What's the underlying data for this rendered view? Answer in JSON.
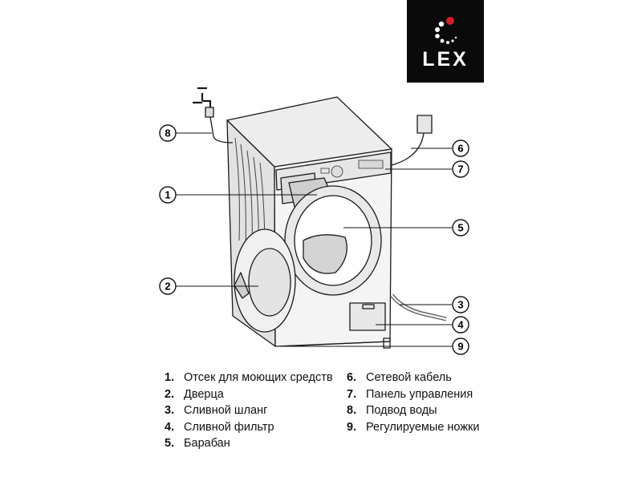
{
  "brand": {
    "logo_text": "LEX",
    "logo_bg": "#0a0a0a",
    "logo_fg": "#ffffff",
    "logo_dot": "#d0202a"
  },
  "callouts": [
    "1",
    "2",
    "3",
    "4",
    "5",
    "6",
    "7",
    "8",
    "9"
  ],
  "legend": [
    {
      "num": "1.",
      "label": "Отсек для моющих средств"
    },
    {
      "num": "2.",
      "label": "Дверца"
    },
    {
      "num": "3.",
      "label": "Сливной шланг"
    },
    {
      "num": "4.",
      "label": "Сливной фильтр"
    },
    {
      "num": "5.",
      "label": "Барабан"
    },
    {
      "num": "6.",
      "label": "Сетевой кабель"
    },
    {
      "num": "7.",
      "label": "Панель управления"
    },
    {
      "num": "8.",
      "label": "Подвод воды"
    },
    {
      "num": "9.",
      "label": "Регулируемые ножки"
    }
  ]
}
